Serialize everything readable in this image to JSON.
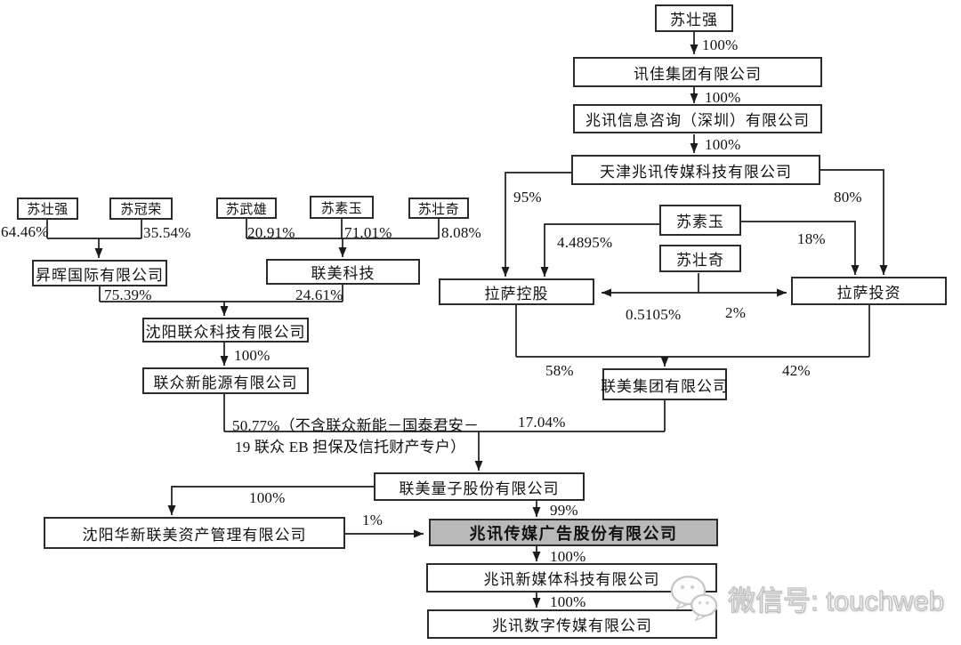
{
  "diagram": {
    "nodes": [
      {
        "id": "su-zhuangqiang-top",
        "label": "苏壮强"
      },
      {
        "id": "xunjia-group",
        "label": "讯佳集团有限公司"
      },
      {
        "id": "zhaoxun-info-shenzhen",
        "label": "兆讯信息咨询（深圳）有限公司"
      },
      {
        "id": "tianjin-zhaoxun-media",
        "label": "天津兆讯传媒科技有限公司"
      },
      {
        "id": "su-zhuangqiang-left",
        "label": "苏壮强"
      },
      {
        "id": "su-guanrong",
        "label": "苏冠荣"
      },
      {
        "id": "su-wuxiong",
        "label": "苏武雄"
      },
      {
        "id": "su-suyu-left",
        "label": "苏素玉"
      },
      {
        "id": "su-zhuangqi-left",
        "label": "苏壮奇"
      },
      {
        "id": "shenghui-international",
        "label": "昇晖国际有限公司"
      },
      {
        "id": "lianmei-tech",
        "label": "联美科技"
      },
      {
        "id": "su-suyu-right",
        "label": "苏素玉"
      },
      {
        "id": "su-zhuangqi-right",
        "label": "苏壮奇"
      },
      {
        "id": "lasa-holding",
        "label": "拉萨控股"
      },
      {
        "id": "lasa-investment",
        "label": "拉萨投资"
      },
      {
        "id": "shenyang-lianzhong",
        "label": "沈阳联众科技有限公司"
      },
      {
        "id": "lianzhong-new-energy",
        "label": "联众新能源有限公司"
      },
      {
        "id": "lianmei-group",
        "label": "联美集团有限公司"
      },
      {
        "id": "lianmei-quantum",
        "label": "联美量子股份有限公司"
      },
      {
        "id": "shenyang-huaxin-lianmei",
        "label": "沈阳华新联美资产管理有限公司"
      },
      {
        "id": "zhaoxun-media-ad",
        "label": "兆讯传媒广告股份有限公司",
        "highlighted": true
      },
      {
        "id": "zhaoxun-new-media",
        "label": "兆讯新媒体科技有限公司"
      },
      {
        "id": "zhaoxun-digital-media",
        "label": "兆讯数字传媒有限公司"
      }
    ],
    "edge_labels": [
      {
        "text": "100%"
      },
      {
        "text": "100%"
      },
      {
        "text": "100%"
      },
      {
        "text": "64.46%"
      },
      {
        "text": "35.54%"
      },
      {
        "text": "20.91%"
      },
      {
        "text": "71.01%"
      },
      {
        "text": "8.08%"
      },
      {
        "text": "75.39%"
      },
      {
        "text": "24.61%"
      },
      {
        "text": "95%"
      },
      {
        "text": "80%"
      },
      {
        "text": "4.4895%"
      },
      {
        "text": "18%"
      },
      {
        "text": "0.5105%"
      },
      {
        "text": "2%"
      },
      {
        "text": "58%"
      },
      {
        "text": "42%"
      },
      {
        "text": "100%"
      },
      {
        "text": "50.77%（不含联众新能－国泰君安－"
      },
      {
        "text": "19 联众 EB 担保及信托财产专户）"
      },
      {
        "text": "17.04%"
      },
      {
        "text": "100%"
      },
      {
        "text": "1%"
      },
      {
        "text": "99%"
      },
      {
        "text": "100%"
      },
      {
        "text": "100%"
      }
    ],
    "watermark": {
      "icon": "wechat-icon",
      "text": "微信号: touchweb"
    },
    "colors": {
      "line": "#1b1b1b",
      "box_border": "#2b2b2b",
      "box_background": "#ffffff",
      "highlight_fill": "#b9b9b9",
      "watermark_gray": "#bdbdbd"
    }
  }
}
